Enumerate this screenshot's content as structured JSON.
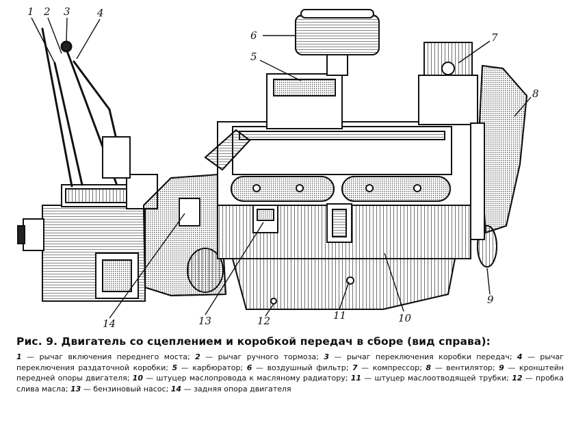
{
  "figure": {
    "title": "Рис. 9. Двигатель со сцеплением и коробкой передач в сборе (вид справа):",
    "colors": {
      "ink": "#111111",
      "paper": "#ffffff",
      "shade": "#555555"
    },
    "callouts": [
      "1",
      "2",
      "3",
      "4",
      "5",
      "6",
      "7",
      "8",
      "9",
      "10",
      "11",
      "12",
      "13",
      "14"
    ],
    "legend": [
      {
        "num": "1",
        "text": "рычаг включения переднего моста"
      },
      {
        "num": "2",
        "text": "рычаг ручного тормоза"
      },
      {
        "num": "3",
        "text": "рычаг переключения коробки передач"
      },
      {
        "num": "4",
        "text": "рычаг переключения раздаточной коробки"
      },
      {
        "num": "5",
        "text": "карбюратор"
      },
      {
        "num": "6",
        "text": "воздушный фильтр"
      },
      {
        "num": "7",
        "text": "компрессор"
      },
      {
        "num": "8",
        "text": "вентилятор"
      },
      {
        "num": "9",
        "text": "кронштейн передней опоры двигателя"
      },
      {
        "num": "10",
        "text": "штуцер маслопровода к масляному радиатору"
      },
      {
        "num": "11",
        "text": "штуцер маслоотводящей трубки"
      },
      {
        "num": "12",
        "text": "пробка слива масла"
      },
      {
        "num": "13",
        "text": "бензиновый насос"
      },
      {
        "num": "14",
        "text": "задняя опора двигателя"
      }
    ]
  }
}
